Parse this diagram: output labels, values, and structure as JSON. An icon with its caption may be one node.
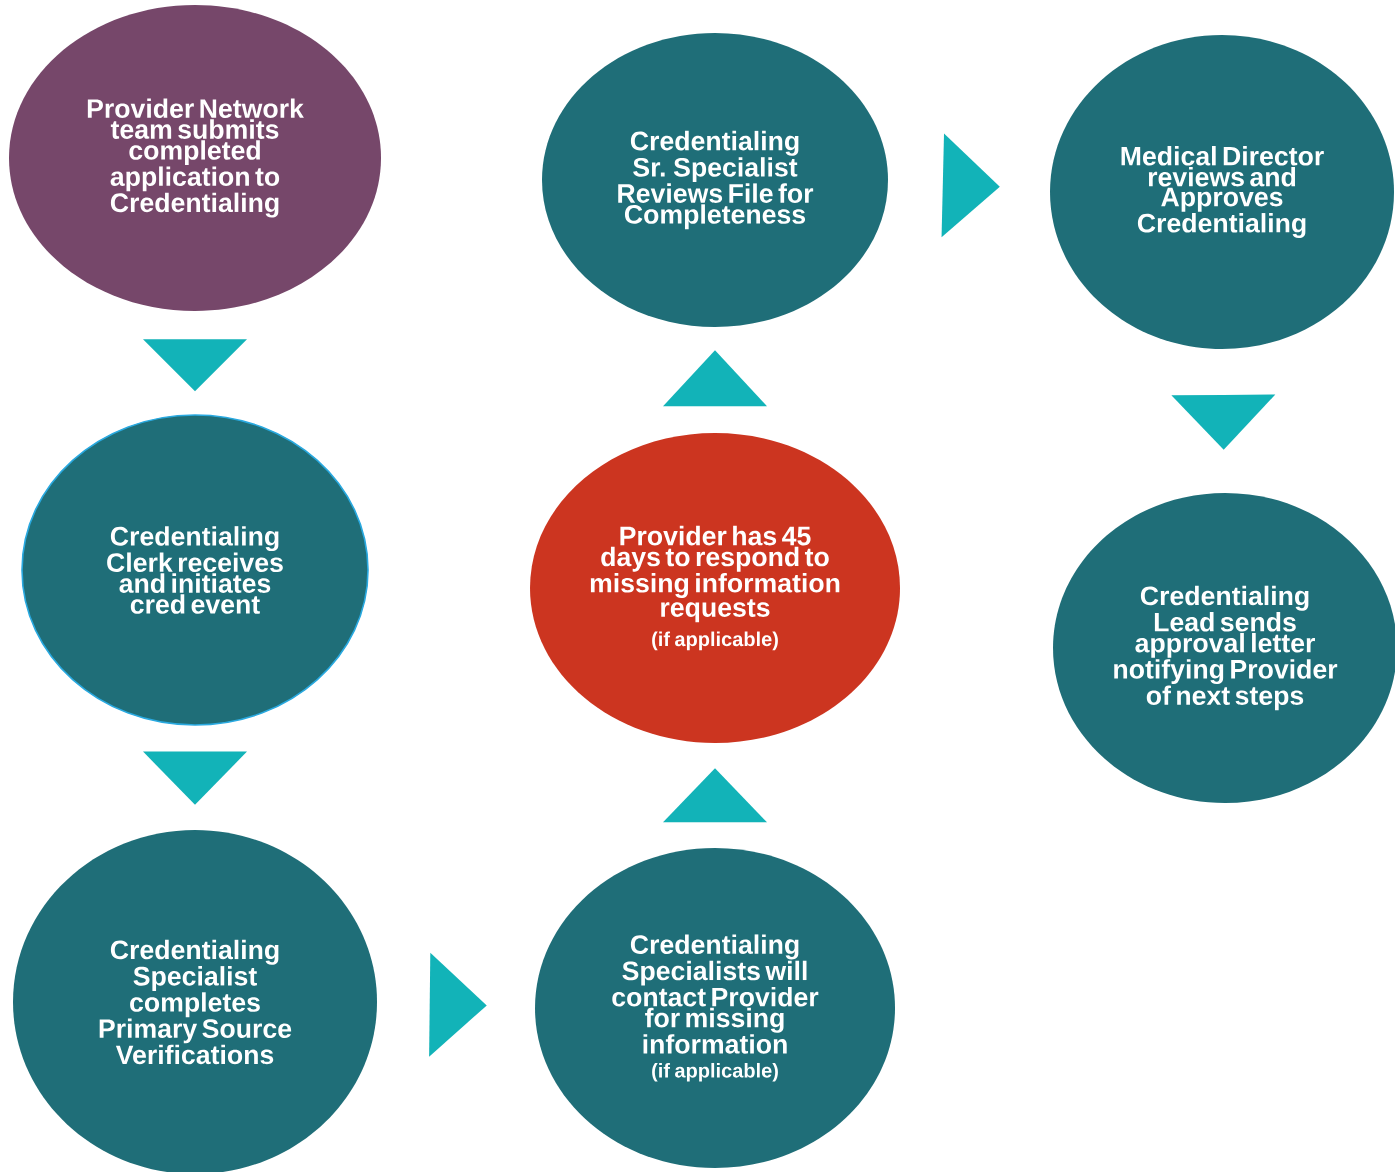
{
  "diagram": {
    "nodes": [
      {
        "text": [
          "Provider Network team submits completed application to Credentialing"
        ]
      },
      {
        "text": [
          "Credentialing Clerk receives and initiates cred event"
        ]
      },
      {
        "text": [
          "Credentialing Specialist completes Primary Source Verifications"
        ]
      },
      {
        "text": [
          "Credentialing Specialists will contact Provider for missing information",
          "(if applicable)"
        ]
      },
      {
        "text": [
          "Provider has 45 days to respond to missing information requests",
          "(if applicable)"
        ]
      },
      {
        "text": [
          "Credentialing Sr. Specialist Reviews File for Completeness"
        ]
      },
      {
        "text": [
          "Medical Director reviews and Approves Credentialing"
        ]
      },
      {
        "text": [
          "Credentialing Lead sends approval letter notifying Provider of next steps"
        ]
      }
    ],
    "edges": [
      {
        "from": 0,
        "to": 1,
        "arrow": "to"
      },
      {
        "from": 1,
        "to": 2,
        "arrow": "to"
      },
      {
        "from": 2,
        "to": 3,
        "arrow": "to"
      },
      {
        "from": 3,
        "to": 4,
        "arrow": "to"
      },
      {
        "from": 4,
        "to": 5,
        "arrow": "to"
      },
      {
        "from": 5,
        "to": 6,
        "arrow": "to"
      },
      {
        "from": 6,
        "to": 7,
        "arrow": "to"
      }
    ]
  }
}
